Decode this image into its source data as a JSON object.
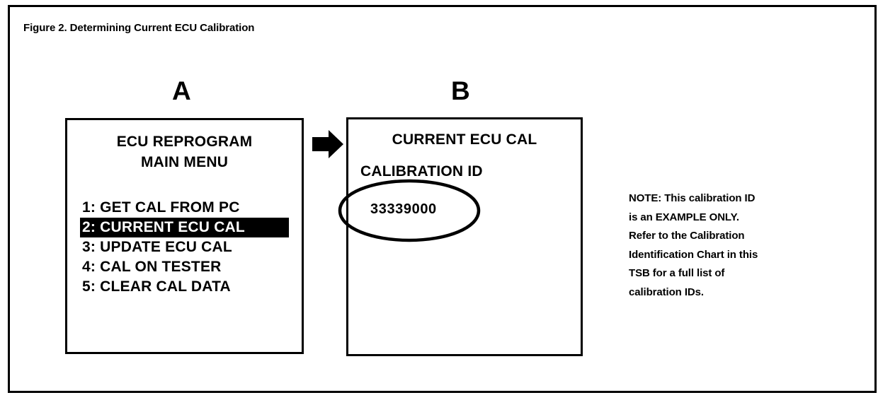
{
  "figure": {
    "caption": "Figure 2. Determining Current ECU Calibration"
  },
  "panels": {
    "a": {
      "letter": "A",
      "title_lines": [
        "ECU REPROGRAM",
        "MAIN MENU"
      ],
      "menu": [
        {
          "index": "1:",
          "label": "GET CAL FROM PC",
          "selected": false
        },
        {
          "index": "2:",
          "label": "CURRENT ECU CAL",
          "selected": true
        },
        {
          "index": "3:",
          "label": "UPDATE ECU CAL",
          "selected": false
        },
        {
          "index": "4:",
          "label": "CAL ON TESTER",
          "selected": false
        },
        {
          "index": "5:",
          "label": "CLEAR CAL DATA",
          "selected": false
        }
      ]
    },
    "b": {
      "letter": "B",
      "title": "CURRENT ECU CAL",
      "subtitle": "CALIBRATION ID",
      "calibration_id": "33339000"
    }
  },
  "arrow": {
    "icon": "right-arrow-icon"
  },
  "note": {
    "lines": [
      "NOTE: This calibration ID",
      "is an EXAMPLE ONLY.",
      "Refer to the Calibration",
      "Identification Chart in this",
      "TSB for a full list of",
      "calibration IDs."
    ]
  },
  "colors": {
    "ink": "#000000",
    "paper": "#ffffff",
    "highlight_bg": "#000000",
    "highlight_fg": "#ffffff"
  }
}
